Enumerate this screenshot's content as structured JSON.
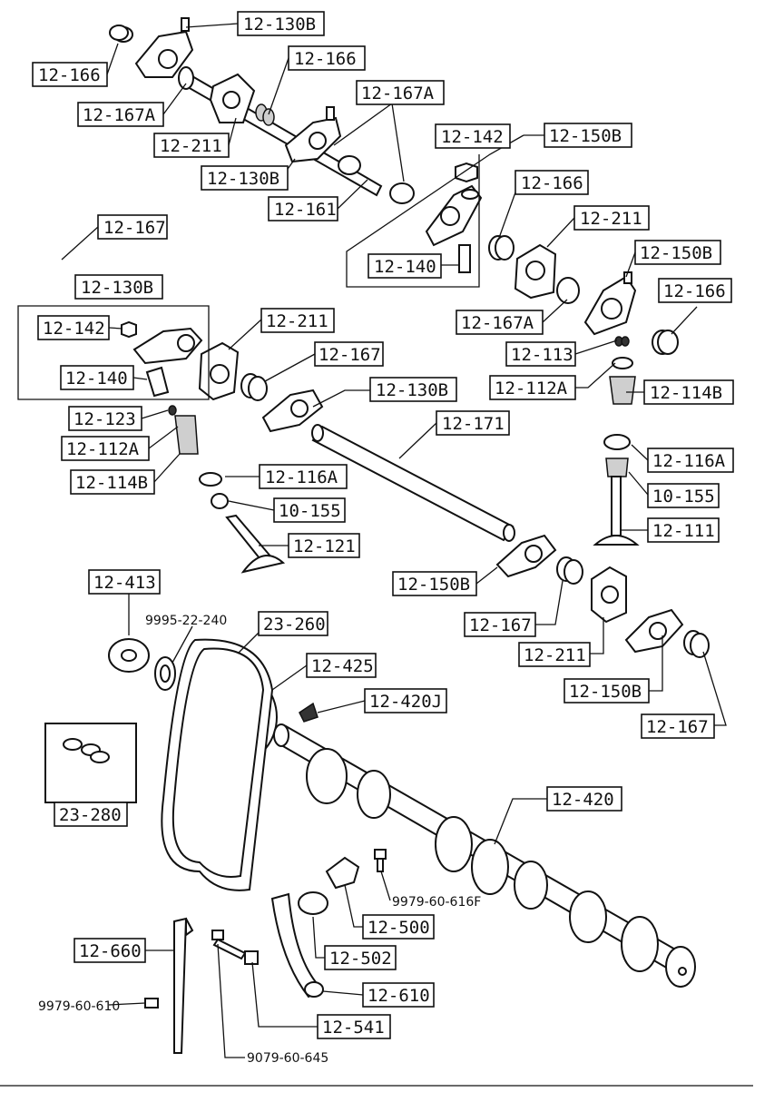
{
  "labels": {
    "l_130b_top": "12-130B",
    "l_166_a": "12-166",
    "l_166_b": "12-166",
    "l_167a_a": "12-167A",
    "l_167a_b": "12-167A",
    "l_211_a": "12-211",
    "l_130b_b": "12-130B",
    "l_161": "12-161",
    "l_142_a": "12-142",
    "l_150b_a": "12-150B",
    "l_166_c": "12-166",
    "l_211_b": "12-211",
    "l_150b_b": "12-150B",
    "l_140_a": "12-140",
    "l_167_a": "12-167",
    "l_166_d": "12-166",
    "l_167a_c": "12-167A",
    "l_130b_c": "12-130B",
    "l_142_b": "12-142",
    "l_211_c": "12-211",
    "l_167_b": "12-167",
    "l_113": "12-113",
    "l_112a_a": "12-112A",
    "l_114b_a": "12-114B",
    "l_140_b": "12-140",
    "l_130b_d": "12-130B",
    "l_123": "12-123",
    "l_171": "12-171",
    "l_112a_b": "12-112A",
    "l_116a_a": "12-116A",
    "l_114b_b": "12-114B",
    "l_116a_b": "12-116A",
    "l_155_a": "10-155",
    "l_155_b": "10-155",
    "l_121": "12-121",
    "l_111": "12-111",
    "l_413": "12-413",
    "l_150b_c": "12-150B",
    "l_260": "23-260",
    "l_167_c": "12-167",
    "l_425": "12-425",
    "l_211_d": "12-211",
    "l_150b_d": "12-150B",
    "l_420j": "12-420J",
    "l_167_d": "12-167",
    "l_280": "23-280",
    "l_420": "12-420",
    "l_500": "12-500",
    "l_660": "12-660",
    "l_502": "12-502",
    "l_610": "12-610",
    "l_541": "12-541"
  },
  "plain_labels": {
    "p_22240": "9995-22-240",
    "p_616f": "9979-60-616F",
    "p_610": "9979-60-610",
    "p_645": "9079-60-645"
  }
}
